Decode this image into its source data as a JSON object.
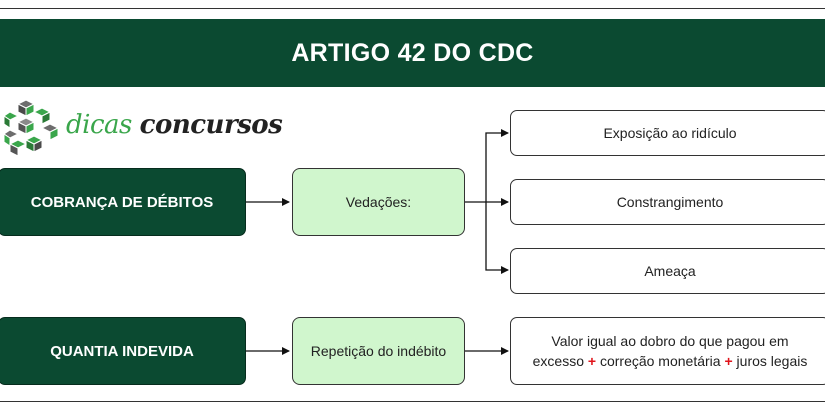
{
  "title": "ARTIGO 42 DO CDC",
  "logo": {
    "word1": "dicas",
    "word2": "concursos"
  },
  "rows": [
    {
      "source": "COBRANÇA DE DÉBITOS",
      "middle": "Vedações:",
      "targets": [
        "Exposição ao ridículo",
        "Constrangimento",
        "Ameaça"
      ]
    },
    {
      "source": "QUANTIA INDEVIDA",
      "middle": "Repetição do indébito",
      "result": {
        "line1": "Valor igual ao dobro do que pagou em",
        "part1": "excesso",
        "plus1": "+",
        "part2": "correção monetária",
        "plus2": "+",
        "part3": "juros legais"
      }
    }
  ],
  "colors": {
    "dark_green": "#0b4a31",
    "light_green": "#d0f6cd",
    "plus_red": "#e0141b"
  }
}
